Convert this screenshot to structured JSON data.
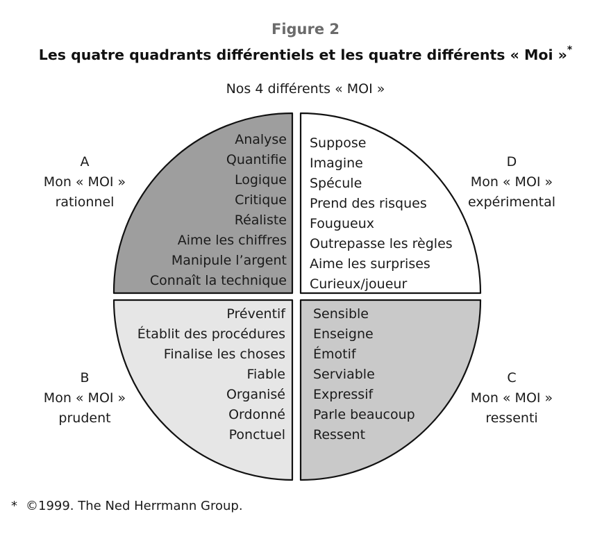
{
  "figure": {
    "label": "Figure 2",
    "title": "Les quatre quadrants différentiels et les quatre différents « Moi »",
    "title_marker": "*",
    "center_label": "Nos 4 différents « MOI »"
  },
  "quadrants": {
    "a": {
      "letter": "A",
      "line1": "Mon « MOI »",
      "line2": "rationnel",
      "fill": "#9e9e9e",
      "items": [
        "Analyse",
        "Quantifie",
        "Logique",
        "Critique",
        "Réaliste",
        "Aime les chiffres",
        "Manipule l’argent",
        "Connaît la technique"
      ]
    },
    "d": {
      "letter": "D",
      "line1": "Mon « MOI »",
      "line2": "expérimental",
      "fill": "#ffffff",
      "items": [
        "Suppose",
        "Imagine",
        "Spécule",
        "Prend des risques",
        "Fougueux",
        "Outrepasse les règles",
        "Aime les surprises",
        "Curieux/joueur"
      ]
    },
    "b": {
      "letter": "B",
      "line1": "Mon « MOI »",
      "line2": "prudent",
      "fill": "#e6e6e6",
      "items": [
        "Préventif",
        "Établit des procédures",
        "Finalise les choses",
        "Fiable",
        "Organisé",
        "Ordonné",
        "Ponctuel"
      ]
    },
    "c": {
      "letter": "C",
      "line1": "Mon « MOI »",
      "line2": "ressenti",
      "fill": "#c9c9c9",
      "items": [
        "Sensible",
        "Enseigne",
        "Émotif",
        "Serviable",
        "Expressif",
        "Parle beaucoup",
        "Ressent"
      ]
    }
  },
  "footnote": {
    "marker": "*",
    "text": "©1999. The Ned Herrmann Group."
  }
}
